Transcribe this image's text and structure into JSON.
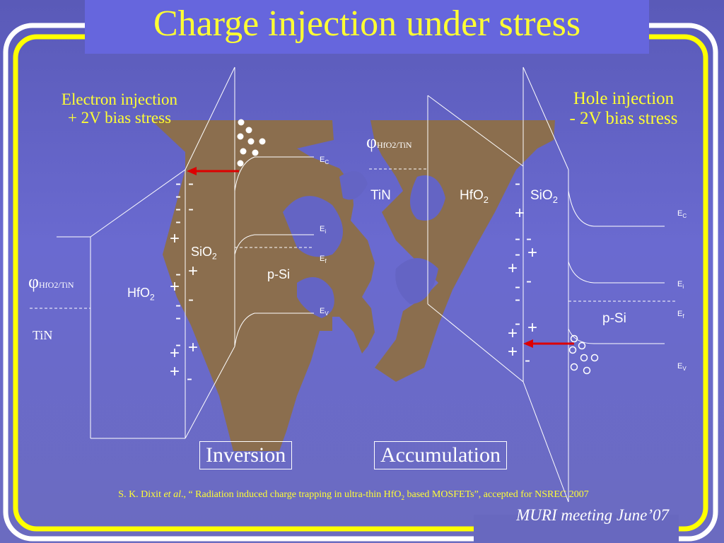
{
  "title": "Charge injection under stress",
  "left": {
    "heading_line1": "Electron injection",
    "heading_line2": "+ 2V bias stress",
    "phi": "φ",
    "phi_sub": "HfO2/TiN",
    "tin": "TiN",
    "hfo2": "HfO",
    "hfo2_sub": "2",
    "sio2": "SiO",
    "sio2_sub": "2",
    "psi": "p-Si",
    "ec": "E",
    "ec_sub": "C",
    "ei": "E",
    "ei_sub": "i",
    "ef": "E",
    "ef_sub": "f",
    "ev": "E",
    "ev_sub": "V",
    "box": "Inversion"
  },
  "right": {
    "heading_line1": "Hole injection",
    "heading_line2": "- 2V bias stress",
    "phi": "φ",
    "phi_sub": "HfO2/TiN",
    "tin": "TiN",
    "hfo2": "HfO",
    "hfo2_sub": "2",
    "sio2": "SiO",
    "sio2_sub": "2",
    "psi": "p-Si",
    "ec": "E",
    "ec_sub": "C",
    "ei": "E",
    "ei_sub": "i",
    "ef": "E",
    "ef_sub": "f",
    "ev": "E",
    "ev_sub": "V",
    "box": "Accumulation"
  },
  "citation": {
    "author": "S. K. Dixit ",
    "etal": "et al",
    "rest1": "., “ Radiation induced charge trapping in ultra-thin HfO",
    "sub": "2",
    "rest2": " based MOSFETs”, accepted for NSREC 2007"
  },
  "footer": "MURI meeting June’07",
  "colors": {
    "title": "#ffff33",
    "emblem": "#8b6e4e",
    "arrow": "#dd0000",
    "frame": "#ffff00"
  }
}
